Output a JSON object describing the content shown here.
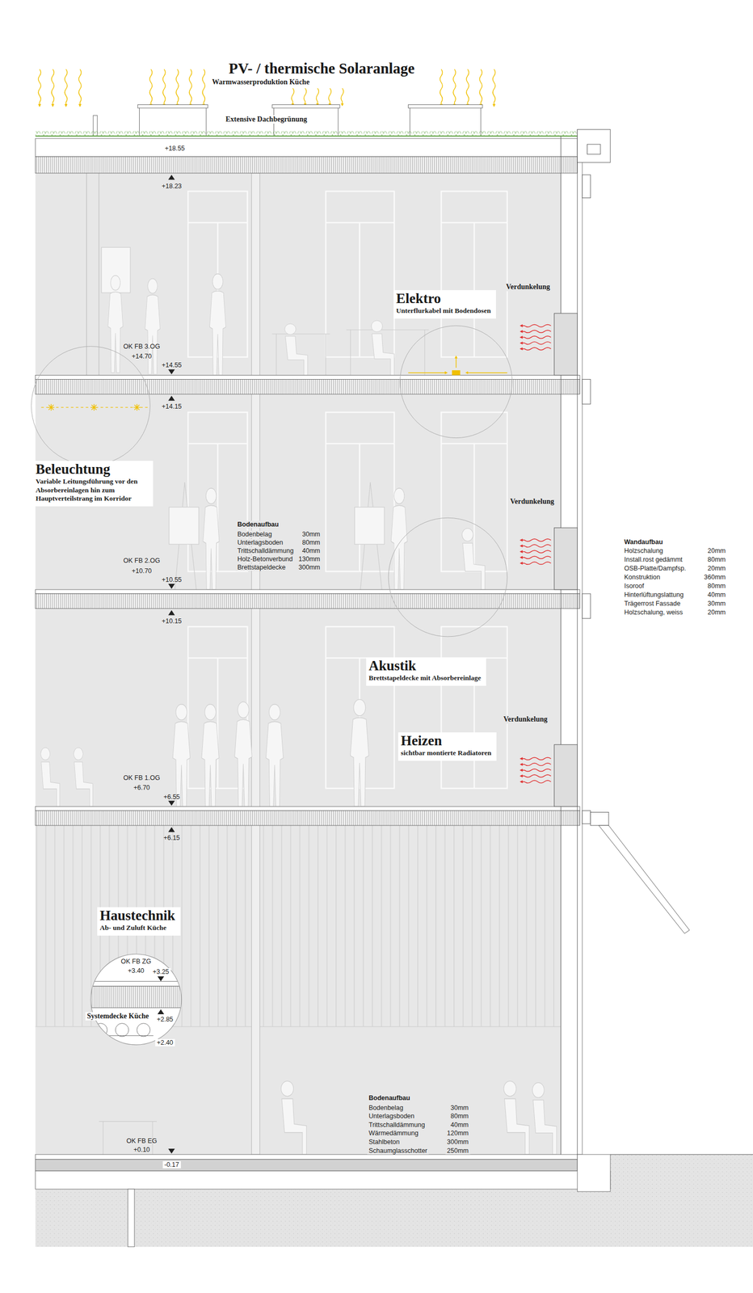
{
  "diagram": {
    "title": "PV- / thermische Solaranlage",
    "nodes": [
      {
        "text": [
          "Elektro",
          "Unterflurkabel mit Bodendosen"
        ]
      },
      {
        "text": [
          "Beleuchtung",
          "Variable Leitungsführung vor den Absorbereinlagen hin zum Hauptverteilstrang im Korridor"
        ]
      },
      {
        "text": [
          "Akustik",
          "Brettstapeldecke mit Absorbereinlage"
        ]
      },
      {
        "text": [
          "Heizen",
          "sichtbar montierte Radiatoren"
        ]
      },
      {
        "text": [
          "Haustechnik",
          "Ab- und Zuluft Küche"
        ]
      }
    ],
    "labels": [
      "Warmwasserproduktion Küche",
      "Extensive Dachbegrünung",
      "+18.55",
      "+18.23",
      "Verdunkelung",
      "OK FB 3.OG",
      "+14.70",
      "+14.55",
      "+14.15",
      "Verdunkelung",
      "Bodenaufbau",
      "Bodenbelag",
      "30mm",
      "Unterlagsboden",
      "80mm",
      "Trittschalldämmung",
      "40mm",
      "Holz-Betonverbund",
      "130mm",
      "Brettstapeldecke",
      "300mm",
      "OK FB 2.OG",
      "+10.70",
      "+10.55",
      "+10.15",
      "Wandaufbau",
      "Holzschalung",
      "20mm",
      "Install.rost gedämmt",
      "80mm",
      "OSB-Platte/Dampfsp.",
      "20mm",
      "Konstruktion",
      "360mm",
      "Isoroof",
      "80mm",
      "Hinterlüftungslattung",
      "40mm",
      "Trägerrost Fassade",
      "30mm",
      "Holzschalung, weiss",
      "20mm",
      "Verdunkelung",
      "OK FB 1.OG",
      "+6.70",
      "+6.55",
      "+6.15",
      "OK FB ZG",
      "+3.40",
      "+3.25",
      "Systemdecke Küche",
      "+2.85",
      "+2.40",
      "Bodenaufbau",
      "Bodenbelag",
      "30mm",
      "Unterlagsboden",
      "80mm",
      "Trittschalldämmung",
      "40mm",
      "Wärmedämmung",
      "120mm",
      "Stahlbeton",
      "300mm",
      "Schaumglasschotter",
      "250mm",
      "OK FB EG",
      "+0.10",
      "-0.17"
    ]
  }
}
